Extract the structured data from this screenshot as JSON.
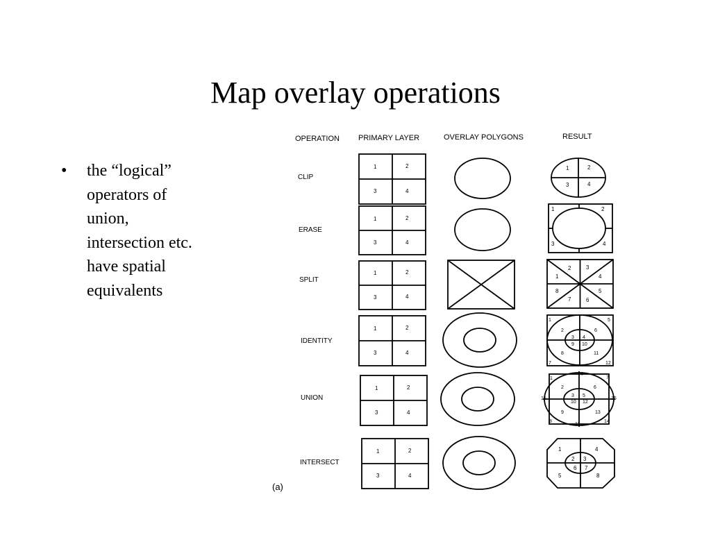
{
  "slide": {
    "title": "Map overlay operations",
    "bullet": {
      "marker": "•",
      "lines": [
        "the “logical”",
        "operators of",
        "union,",
        "intersection etc.",
        "have spatial",
        "equivalents"
      ]
    }
  },
  "diagram": {
    "headers": {
      "operation": "OPERATION",
      "primary_layer": "PRIMARY LAYER",
      "overlay_polygons": "OVERLAY POLYGONS",
      "result": "RESULT"
    },
    "caption": "(a)",
    "primary_labels": [
      "1",
      "2",
      "3",
      "4"
    ],
    "operations": {
      "clip": {
        "label": "CLIP",
        "result_labels": [
          "1",
          "2",
          "3",
          "4"
        ]
      },
      "erase": {
        "label": "ERASE",
        "result_labels": [
          "1",
          "2",
          "3",
          "4"
        ]
      },
      "split": {
        "label": "SPLIT",
        "result_labels": [
          "1",
          "2",
          "3",
          "4",
          "5",
          "6",
          "7",
          "8"
        ]
      },
      "identity": {
        "label": "IDENTITY",
        "result_labels": [
          "1",
          "2",
          "3",
          "4",
          "5",
          "6",
          "7",
          "8",
          "9",
          "10",
          "11",
          "12"
        ]
      },
      "union": {
        "label": "UNION",
        "result_labels": [
          "1",
          "2",
          "3",
          "4",
          "5",
          "6",
          "7",
          "8",
          "9",
          "10",
          "11",
          "12",
          "13",
          "14",
          "15",
          "16"
        ]
      },
      "intersect": {
        "label": "INTERSECT",
        "result_labels": [
          "1",
          "2",
          "3",
          "4",
          "5",
          "6",
          "7",
          "8"
        ]
      }
    }
  }
}
